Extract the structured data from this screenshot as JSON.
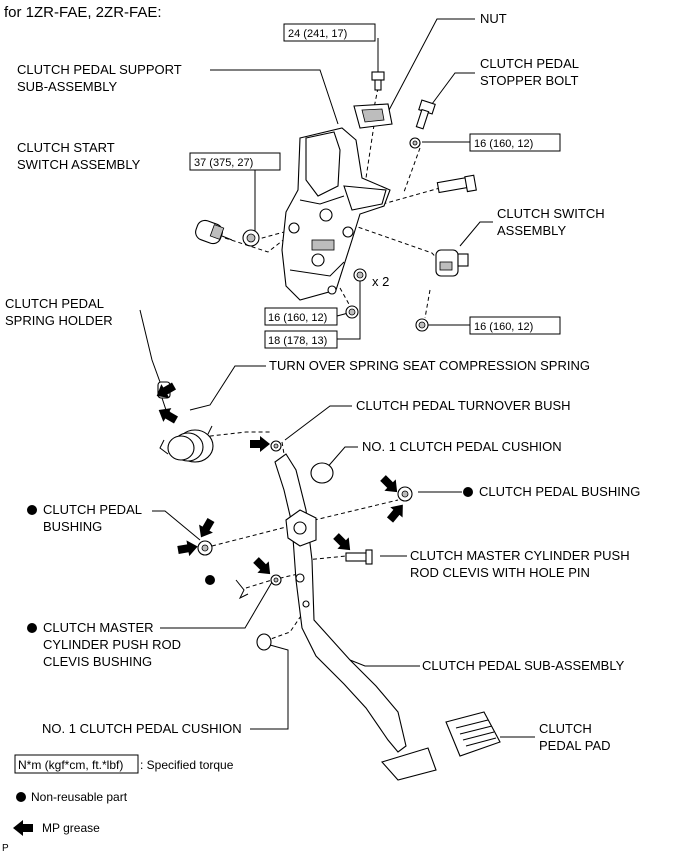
{
  "header": {
    "title": "for 1ZR-FAE, 2ZR-FAE:"
  },
  "labels": {
    "nut": "NUT",
    "support_1": "CLUTCH PEDAL SUPPORT",
    "support_2": "SUB-ASSEMBLY",
    "stopper_1": "CLUTCH PEDAL",
    "stopper_2": "STOPPER BOLT",
    "start_switch_1": "CLUTCH START",
    "start_switch_2": "SWITCH ASSEMBLY",
    "clutch_switch_1": "CLUTCH SWITCH",
    "clutch_switch_2": "ASSEMBLY",
    "spring_holder_1": "CLUTCH PEDAL",
    "spring_holder_2": "SPRING HOLDER",
    "turnover_spring": "TURN OVER SPRING SEAT COMPRESSION SPRING",
    "turnover_bush": "CLUTCH PEDAL TURNOVER BUSH",
    "cushion_upper": "NO. 1 CLUTCH PEDAL CUSHION",
    "bushing_right": "CLUTCH PEDAL BUSHING",
    "bushing_left_1": "CLUTCH PEDAL",
    "bushing_left_2": "BUSHING",
    "clevis_pin_1": "CLUTCH MASTER CYLINDER PUSH",
    "clevis_pin_2": "ROD CLEVIS WITH HOLE PIN",
    "clevis_bushing_1": "CLUTCH MASTER",
    "clevis_bushing_2": "CYLINDER PUSH ROD",
    "clevis_bushing_3": "CLEVIS BUSHING",
    "pedal_sub": "CLUTCH PEDAL SUB-ASSEMBLY",
    "cushion_lower": "NO. 1 CLUTCH PEDAL CUSHION",
    "pad_1": "CLUTCH",
    "pad_2": "PEDAL PAD",
    "times_two": "x 2"
  },
  "torques": {
    "nut": "24 (241, 17)",
    "start_switch": "37 (375, 27)",
    "stopper_nut": "16 (160, 12)",
    "support_nut": "16 (160, 12)",
    "support_bolt": "18 (178, 13)",
    "switch_nut": "16 (160, 12)"
  },
  "legend": {
    "torque_box": "N*m (kgf*cm, ft.*lbf)",
    "torque_text": ": Specified torque",
    "non_reusable": "Non-reusable part",
    "grease": "MP grease"
  },
  "footer": {
    "code": "P"
  },
  "colors": {
    "ink": "#000000",
    "background": "#ffffff",
    "shading": "#bdbdbd"
  }
}
